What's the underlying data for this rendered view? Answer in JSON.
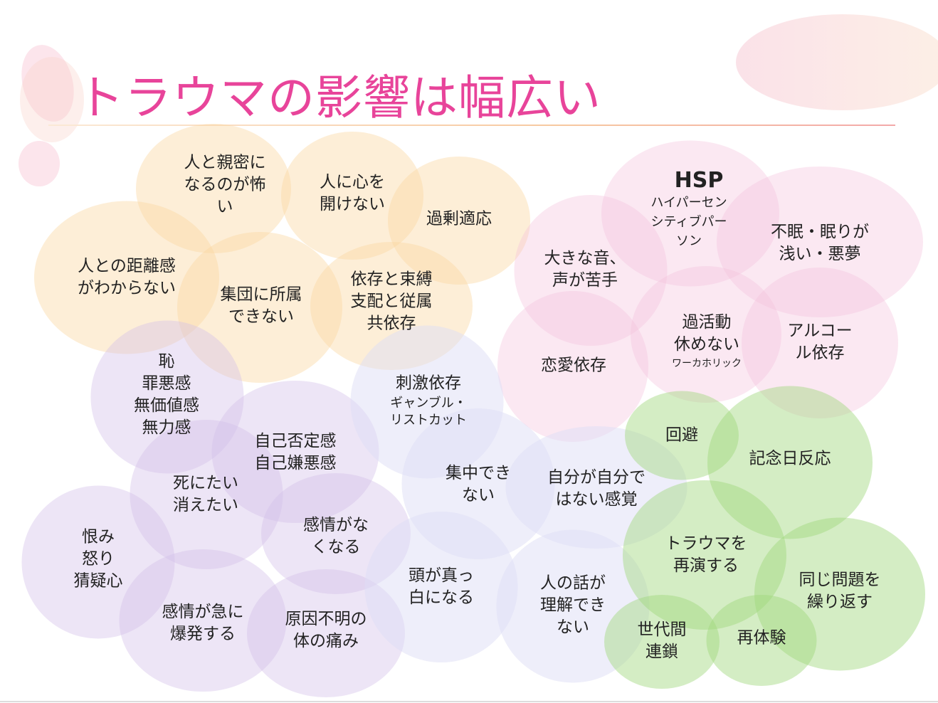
{
  "title": "トラウマの影響は幅広い",
  "colors": {
    "title": "#e8449a",
    "orange": "#fad6a0",
    "pink": "#f3bedc",
    "lavender": "#d2bee8",
    "periwinkle": "#dedef6",
    "green": "#a0d77d"
  },
  "bubbles": {
    "intimacy": "人と親密に\nなるのが怖\nい",
    "open_heart": "人に心を\n開けない",
    "over_adapt": "過剰適応",
    "distance": "人との距離感\nがわからない",
    "belong": "集団に所属\nできない",
    "dependence": "依存と束縛\n支配と従属\n共依存",
    "hsp": "HSP",
    "hsp_sub": "ハイパーセン\nシティブパー\nソン",
    "insomnia": "不眠・眠りが\n浅い・悪夢",
    "noise": "大きな音、\n声が苦手",
    "overactive": "過活動\n休めない",
    "overactive_sub": "ワーカホリック",
    "alcohol": "アルコー\nル依存",
    "love_dep": "恋愛依存",
    "shame": "恥\n罪悪感\n無価値感\n無力感",
    "self_denial": "自己否定感\n自己嫌悪感",
    "suicidal": "死にたい\n消えたい",
    "resentment": "恨み\n怒り\n猜疑心",
    "numb": "感情がな\nくなる",
    "outburst": "感情が急に\n爆発する",
    "pain": "原因不明の\n体の痛み",
    "stimulus": "刺激依存",
    "stimulus_sub": "ギャンブル・\nリストカット",
    "concentration": "集中でき\nない",
    "depersonal": "自分が自分で\nはない感覚",
    "blank": "頭が真っ\n白になる",
    "listening": "人の話が\n理解でき\nない",
    "avoidance": "回避",
    "anniversary": "記念日反応",
    "reenact": "トラウマを\n再演する",
    "repeat": "同じ問題を\n繰り返す",
    "generational": "世代間\n連鎖",
    "reexperience": "再体験"
  }
}
